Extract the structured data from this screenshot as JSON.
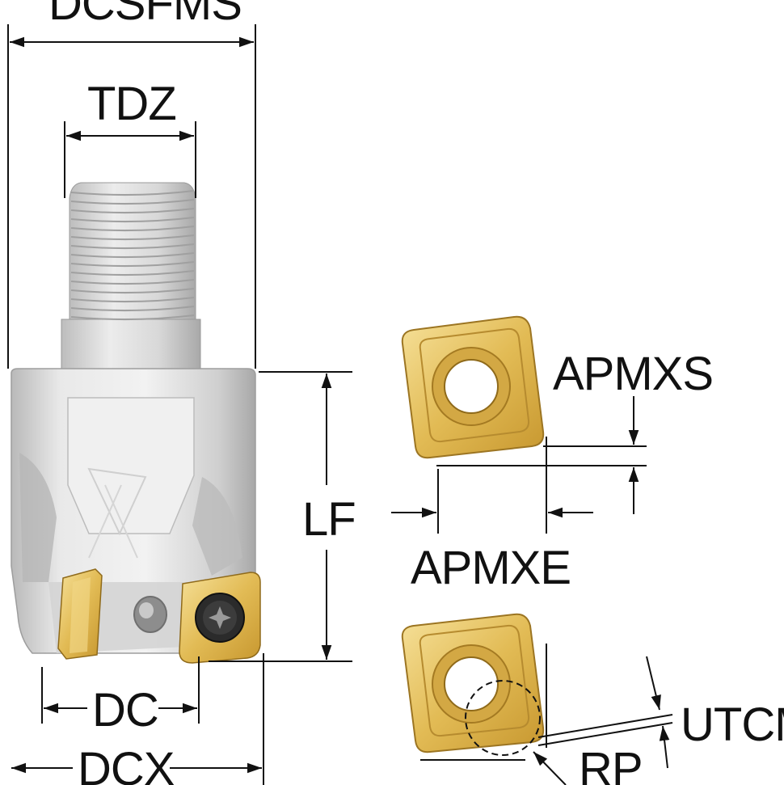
{
  "labels": {
    "dcsfms": "DCSFMS",
    "tdz": "TDZ",
    "lf": "LF",
    "apmxs": "APMXS",
    "apmxe": "APMXE",
    "dc": "DC",
    "dcx": "DCX",
    "utcm": "UTCM",
    "rp": "RP"
  },
  "colors": {
    "line": "#111111",
    "body_light": "#e6e6e6",
    "body_mid": "#c9c9c9",
    "body_dark": "#9a9a9a",
    "insert_gold": "#e2bb55",
    "insert_gold_light": "#f4dc8c",
    "insert_gold_dark": "#b88d2a",
    "insert_bore": "#ffffff"
  }
}
